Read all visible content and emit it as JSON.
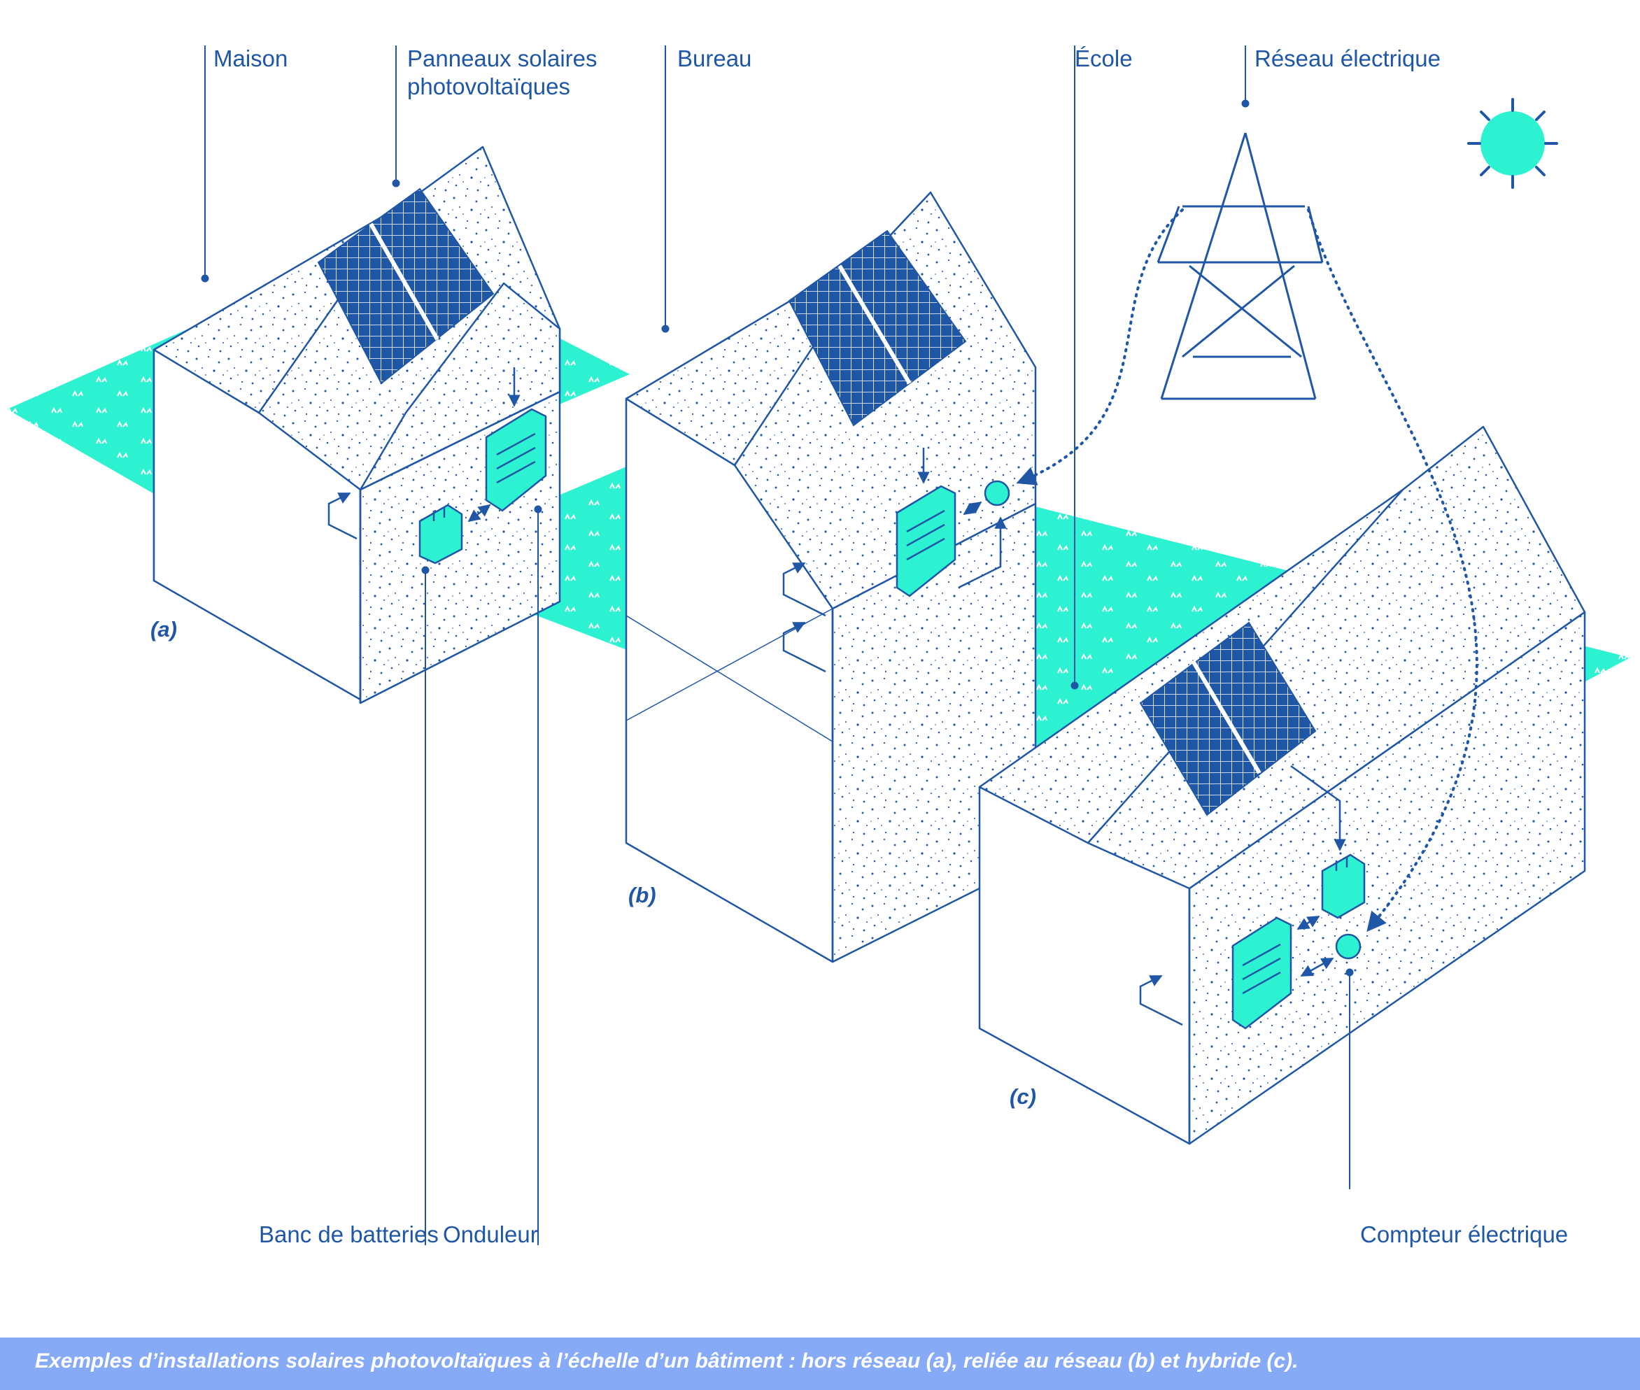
{
  "labels": {
    "maison": "Maison",
    "panneaux_line1": "Panneaux solaires",
    "panneaux_line2": "photovoltaïques",
    "bureau": "Bureau",
    "ecole": "École",
    "reseau": "Réseau électrique",
    "batteries": "Banc de batteries",
    "onduleur": "Onduleur",
    "compteur": "Compteur électrique"
  },
  "tags": {
    "a": "(a)",
    "b": "(b)",
    "c": "(c)"
  },
  "caption": "Exemples d’installations solaires photovoltaïques à l’échelle d’un bâtiment : hors réseau (a), reliée au réseau (b) et hybride (c).",
  "colors": {
    "line": "#1f57a6",
    "ground": "#2cf2d2",
    "panel": "#1f57a6",
    "caption_bar": "#86aaf5",
    "caption_text": "#ffffff"
  }
}
